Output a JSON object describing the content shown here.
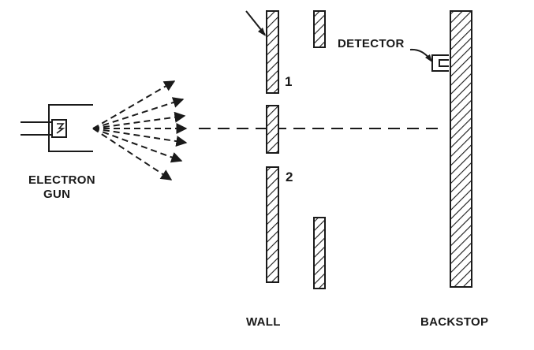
{
  "labels": {
    "electron_gun_line1": "ELECTRON",
    "electron_gun_line2": "GUN",
    "detector": "DETECTOR",
    "hole_1": "1",
    "hole_2": "2",
    "wall": "WALL",
    "backstop": "BACKSTOP"
  }
}
